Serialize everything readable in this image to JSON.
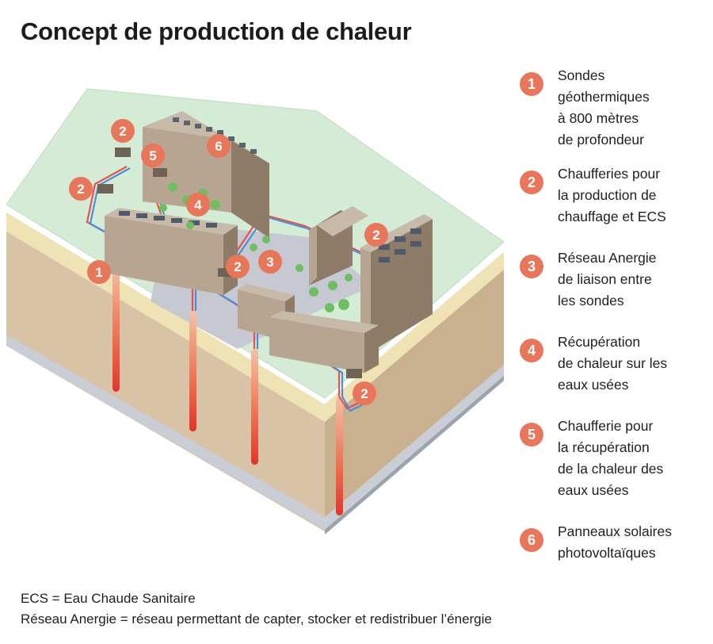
{
  "title": "Concept de production de chaleur",
  "colors": {
    "badge": "#e8765a",
    "grass": "#d4ecd6",
    "building": "#a1907e",
    "soil": "#d8c2a4",
    "probe": "#e84a2e",
    "pipe_hot": "#e5534b",
    "pipe_cold": "#4a90d9"
  },
  "legend": [
    {
      "number": "1",
      "text": "Sondes\ngéothermiques\nà 800 mètres\nde profondeur"
    },
    {
      "number": "2",
      "text": "Chaufferies pour\nla production de\nchauffage et ECS"
    },
    {
      "number": "3",
      "text": "Réseau Anergie\nde liaison entre\nles sondes"
    },
    {
      "number": "4",
      "text": "Récupération\nde chaleur sur les\neaux usées"
    },
    {
      "number": "5",
      "text": "Chaufferie pour\nla récupération\nde la chaleur des\neaux usées"
    },
    {
      "number": "6",
      "text": "Panneaux solaires\nphotovoltaïques"
    }
  ],
  "markers": [
    "2",
    "5",
    "6",
    "2",
    "4",
    "2",
    "2",
    "3",
    "1",
    "2"
  ],
  "footnotes": {
    "ecs": "ECS = Eau Chaude Sanitaire",
    "anergie": "Réseau Anergie = réseau permettant de capter, stocker et redistribuer l’énergie"
  }
}
